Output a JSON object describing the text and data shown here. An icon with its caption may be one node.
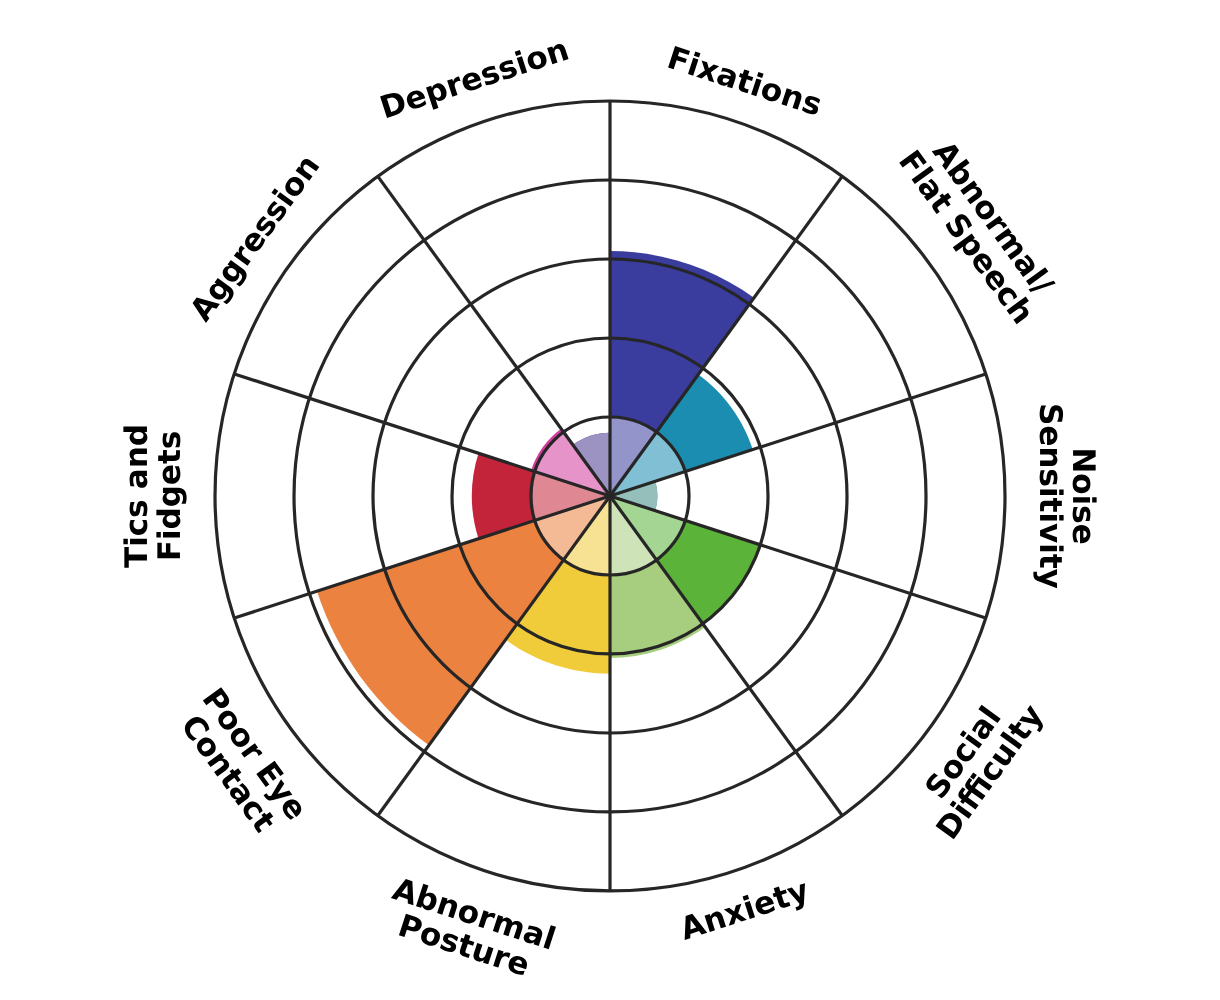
{
  "diagram": {
    "labels": [
      "Fixations",
      "Abnormal/ Flat Speech",
      "Noise Sensitivity",
      "Social Difficulty",
      "Anxiety",
      "Abnormal Posture",
      "Poor Eye Contact",
      "Tics and Fidgets",
      "Aggression",
      "Depression"
    ]
  }
}
